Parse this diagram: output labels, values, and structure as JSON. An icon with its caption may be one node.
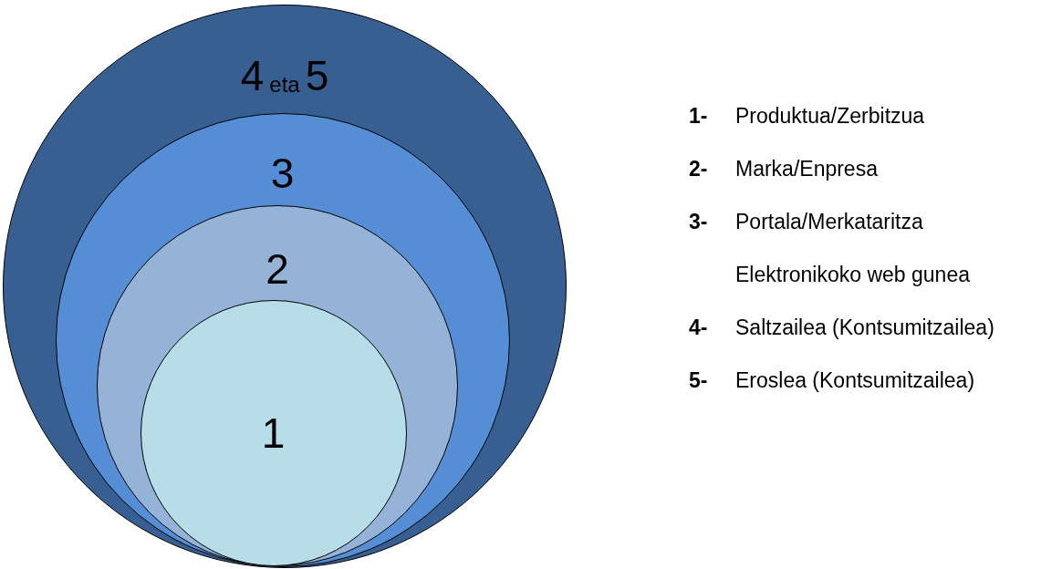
{
  "diagram": {
    "nodes": [
      {
        "text": [
          "4",
          "eta",
          "5"
        ]
      },
      {
        "text": [
          "3"
        ],
        "in": 0
      },
      {
        "text": [
          "2"
        ],
        "in": 1
      },
      {
        "text": [
          "1"
        ],
        "in": 2
      }
    ],
    "labels": [
      "1-",
      "Produktua/Zerbitzua",
      "2-",
      "Marka/Enpresa",
      "3-",
      "Portala/Merkataritza Elektronikoko web gunea",
      "4-",
      "Saltzailea (Kontsumitzailea)",
      "5-",
      "Eroslea (Kontsumitzailea)"
    ]
  }
}
